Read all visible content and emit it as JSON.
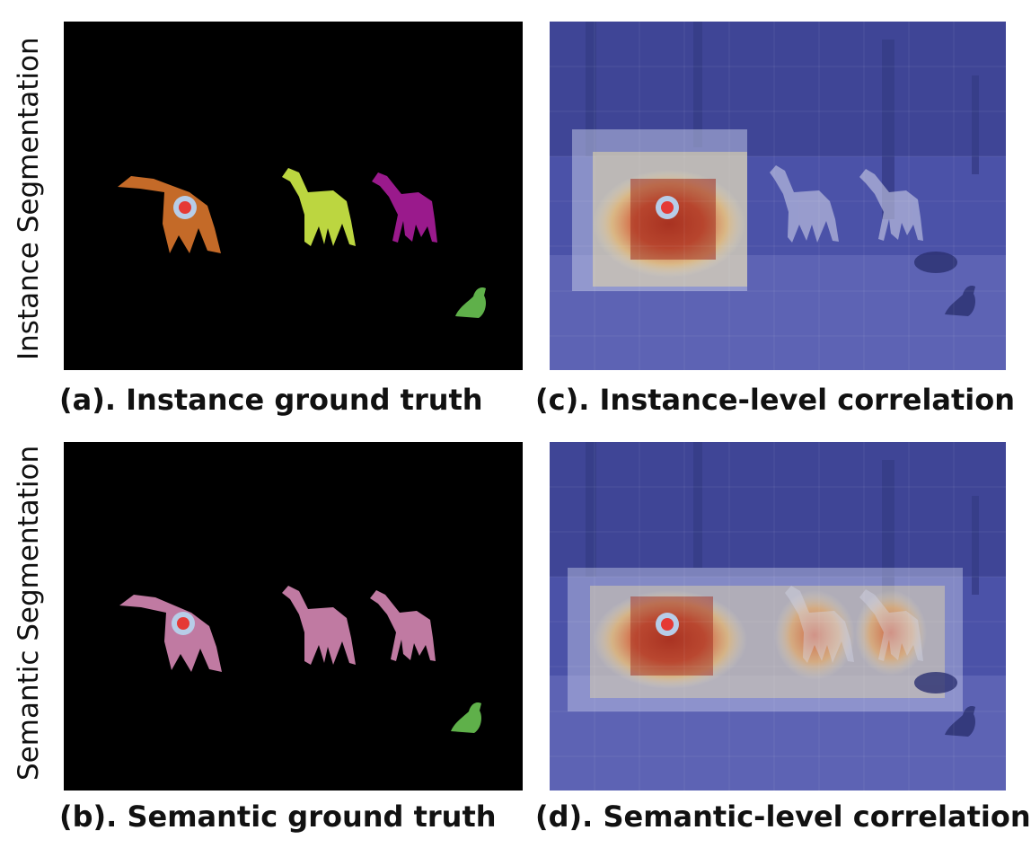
{
  "row_labels": {
    "top": "Instance Segmentation",
    "bottom": "Semantic Segmentation"
  },
  "captions": {
    "a": "(a). Instance ground truth",
    "b": "(b). Semantic ground truth",
    "c": "(c). Instance-level correlation",
    "d": "(d). Semantic-level correlation"
  },
  "colors": {
    "mask_background": "#000000",
    "instance_giraffe_1": "#c46a28",
    "instance_giraffe_2": "#bcd640",
    "instance_giraffe_3": "#9a1a8c",
    "instance_animal_4": "#5fb04a",
    "semantic_giraffe": "#c07aa2",
    "semantic_animal_other": "#5fb04a",
    "query_point": "#e53935",
    "query_ring": "#b7cde8",
    "heatmap_base": "#5c63c4"
  }
}
